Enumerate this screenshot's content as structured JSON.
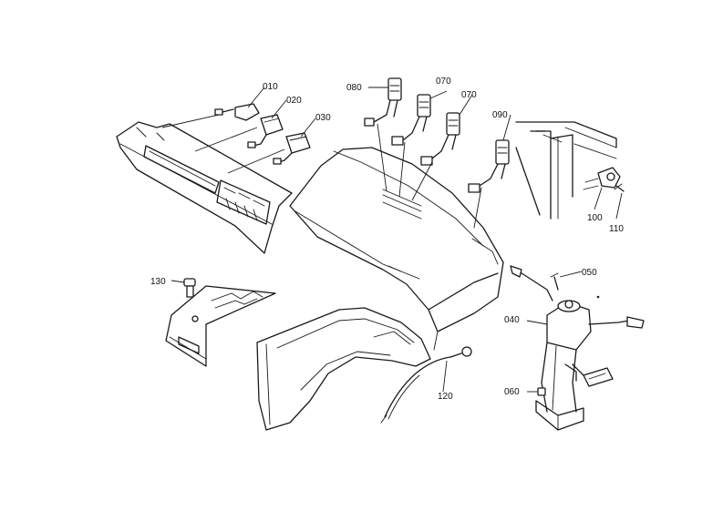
{
  "callouts": {
    "c010": "010",
    "c020": "020",
    "c030": "030",
    "c040": "040",
    "c050": "050",
    "c060": "060",
    "c070a": "070",
    "c070b": "070",
    "c080": "080",
    "c090": "090",
    "c100": "100",
    "c110": "110",
    "c120": "120",
    "c130": "130"
  },
  "colors": {
    "line": "#1a1a1a",
    "background": "#ffffff"
  }
}
